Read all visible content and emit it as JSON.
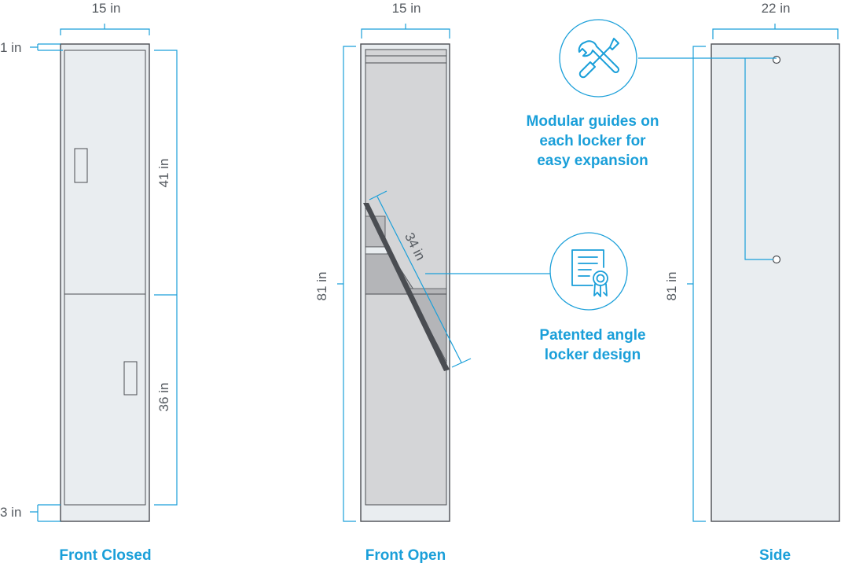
{
  "dimensions": {
    "front_closed_width": "15 in",
    "top_gap": "1 in",
    "bottom_gap": "3 in",
    "upper_door": "41 in",
    "lower_door": "36 in",
    "front_open_width": "15 in",
    "front_open_height": "81 in",
    "angle_length": "34 in",
    "side_width": "22 in",
    "side_height": "81 in"
  },
  "captions": {
    "front_closed": "Front Closed",
    "front_open": "Front Open",
    "side": "Side"
  },
  "callouts": {
    "modular": [
      "Modular guides on",
      "each locker for",
      "easy expansion"
    ],
    "patented": [
      "Patented angle",
      "locker design"
    ]
  },
  "icons": {
    "modular": "tools-icon",
    "patented": "certificate-icon"
  },
  "colors": {
    "accent": "#1a9fd9",
    "panel": "#e9edf0",
    "interior": "#d4d5d7",
    "outline": "#4a4d52",
    "dimension_text": "#555a60"
  }
}
